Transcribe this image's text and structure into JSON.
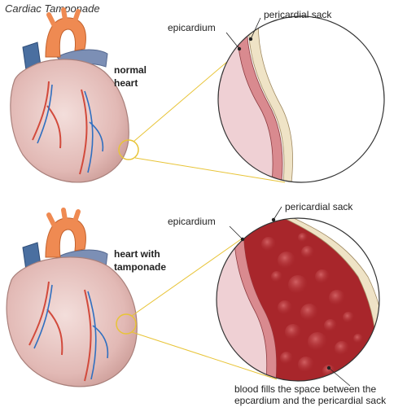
{
  "title": "Cardiac Tamponade",
  "normal": {
    "caption": [
      "normal",
      "heart"
    ],
    "epicardium_label": "epicardium",
    "pericardial_label": "pericardial sack"
  },
  "tamponade": {
    "caption": [
      "heart with",
      "tamponade"
    ],
    "epicardium_label": "epicardium",
    "pericardial_label": "pericardial sack",
    "blood_note": [
      "blood fills the space between the",
      "epcardium and the pericardial sack"
    ]
  },
  "colors": {
    "heart_muscle": "#e8c4c1",
    "aorta": "#ef8a52",
    "vena_cava": "#4a6fa0",
    "pulmonary": "#7c8fb5",
    "vessel_red": "#d24a3c",
    "vessel_blue": "#2f6fc0",
    "epicardium_layer": "#d98a8f",
    "pericardial_layer": "#efe3c6",
    "inner_tissue": "#efd0d4",
    "blood": "#a8262b",
    "callout": "#e8c437"
  },
  "icons": [
    "heart-illustration",
    "magnifier-circle",
    "blood-bubbles"
  ]
}
